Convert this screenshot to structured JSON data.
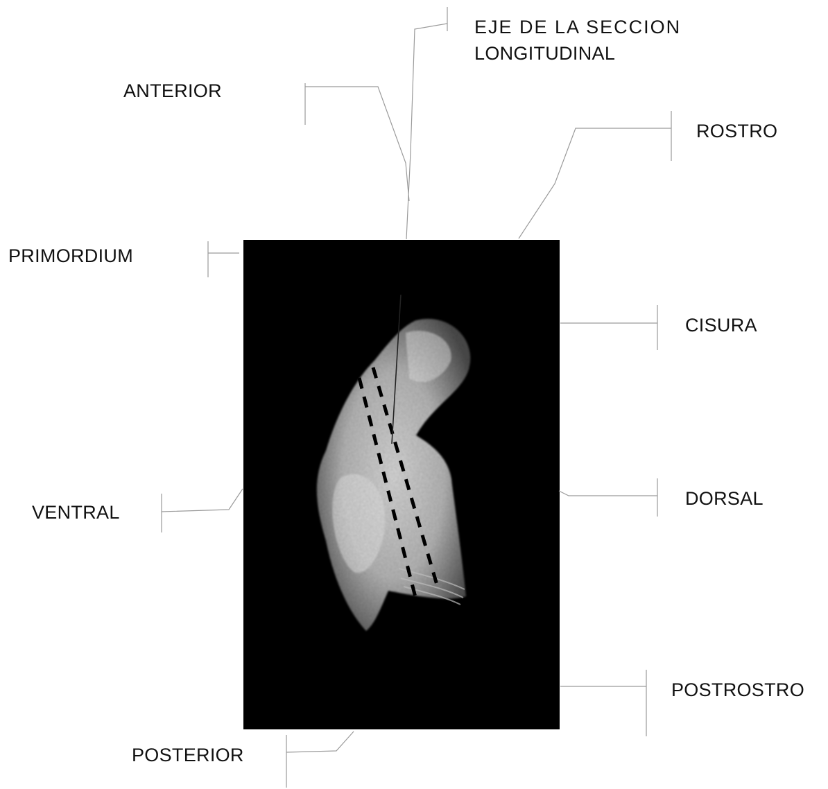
{
  "labels": {
    "eje_line1": "EJE DE LA SECCION",
    "eje_line2": "LONGITUDINAL",
    "anterior": "ANTERIOR",
    "rostro": "ROSTRO",
    "primordium": "PRIMORDIUM",
    "cisura": "CISURA",
    "ventral": "VENTRAL",
    "dorsal": "DORSAL",
    "postrostro": "POSTROSTRO",
    "posterior": "POSTERIOR"
  },
  "colors": {
    "photo_background": "#000000",
    "leader_lines": "#9a9a9a",
    "text": "#111111"
  }
}
